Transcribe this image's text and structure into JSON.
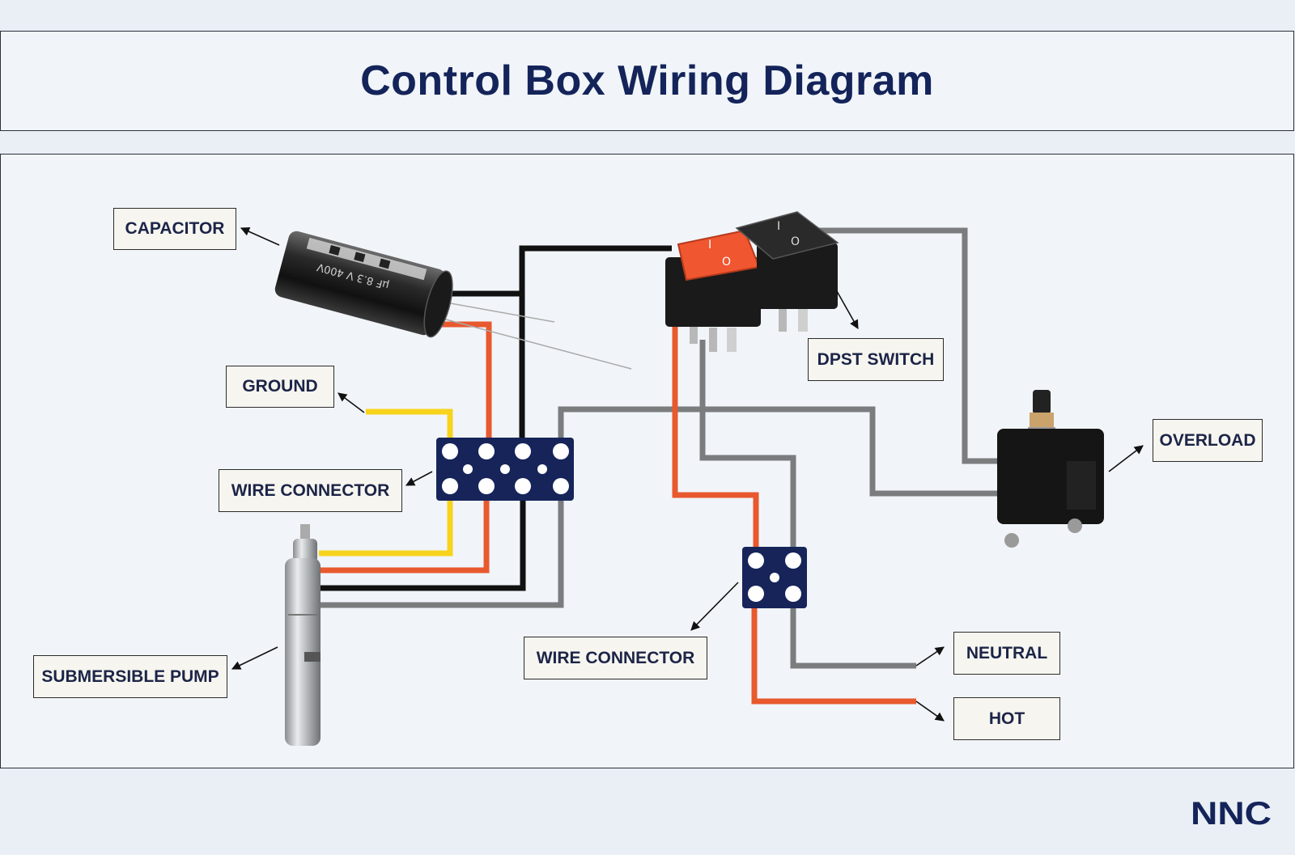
{
  "title": "Control Box Wiring Diagram",
  "labels": {
    "capacitor": "CAPACITOR",
    "ground": "GROUND",
    "wire_connector_1": "WIRE CONNECTOR",
    "submersible_pump": "SUBMERSIBLE PUMP",
    "dpst_switch": "DPST SWITCH",
    "overload": "OVERLOAD",
    "wire_connector_2": "WIRE CONNECTOR",
    "neutral": "NEUTRAL",
    "hot": "HOT"
  },
  "switch_marks": {
    "on": "I",
    "off": "O"
  },
  "logo_text": "NNC",
  "colors": {
    "title_text": "#14245a",
    "wire_black": "#111111",
    "wire_red": "#e8592e",
    "wire_gray": "#7a7c7e",
    "wire_yellow": "#f7d31c",
    "connector_blue": "#16245a",
    "switch_red": "#f0562f"
  }
}
